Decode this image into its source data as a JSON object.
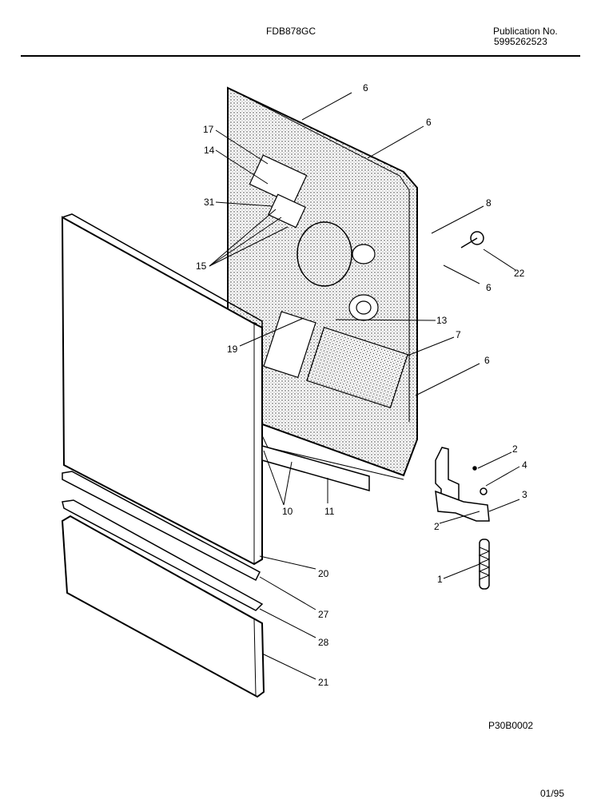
{
  "header": {
    "model": "FDB878GC",
    "publication_label": "Publication No.",
    "publication_number": "5995262523"
  },
  "diagram": {
    "callouts": [
      "6",
      "6",
      "17",
      "14",
      "31",
      "8",
      "15",
      "22",
      "6",
      "13",
      "19",
      "7",
      "6",
      "2",
      "4",
      "3",
      "2",
      "10",
      "11",
      "1",
      "20",
      "27",
      "28",
      "21"
    ]
  },
  "footer": {
    "diagram_code": "P30B0002",
    "revision_date": "01/95"
  }
}
